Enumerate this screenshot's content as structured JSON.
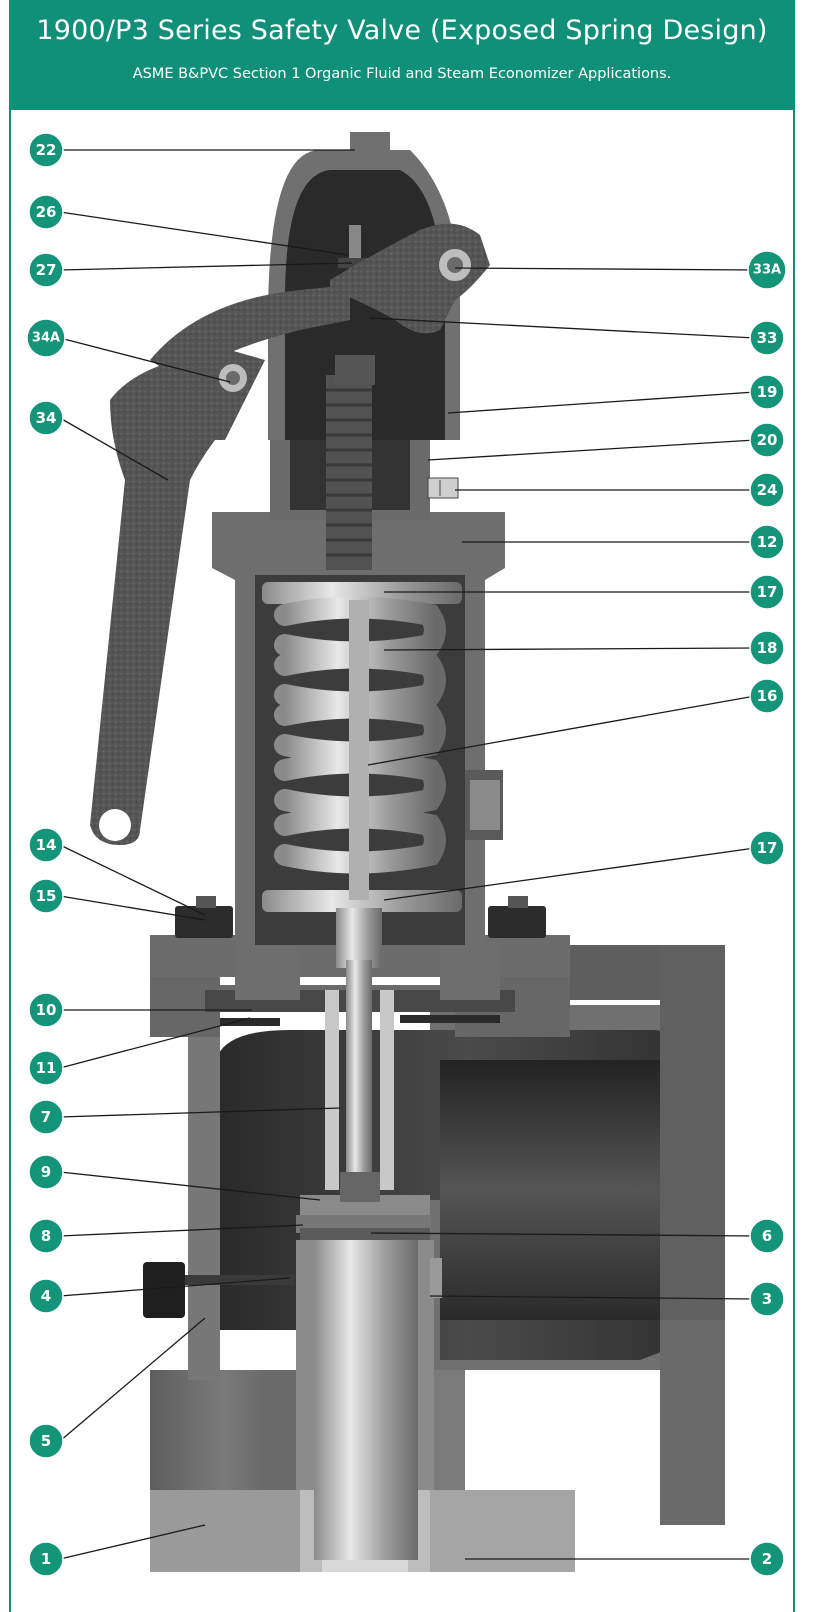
{
  "header": {
    "title": "1900/P3 Series Safety Valve (Exposed Spring Design)",
    "subtitle": "ASME B&PVC Section 1 Organic Fluid and Steam Economizer Applications."
  },
  "colors": {
    "brand_green": "#109078",
    "callout_fill": "#149478",
    "metal_dark": "#3a3a3a",
    "metal_mid": "#6f6f6f",
    "metal_light": "#a8a8a8",
    "spring": "#c9c9c9"
  },
  "callouts": [
    {
      "id": "c22",
      "label": "22"
    },
    {
      "id": "c26",
      "label": "26"
    },
    {
      "id": "c27",
      "label": "27"
    },
    {
      "id": "c34A",
      "label": "34A"
    },
    {
      "id": "c34",
      "label": "34"
    },
    {
      "id": "c14",
      "label": "14"
    },
    {
      "id": "c15",
      "label": "15"
    },
    {
      "id": "c10",
      "label": "10"
    },
    {
      "id": "c11",
      "label": "11"
    },
    {
      "id": "c7",
      "label": "7"
    },
    {
      "id": "c9",
      "label": "9"
    },
    {
      "id": "c8",
      "label": "8"
    },
    {
      "id": "c4",
      "label": "4"
    },
    {
      "id": "c5",
      "label": "5"
    },
    {
      "id": "c1",
      "label": "1"
    },
    {
      "id": "c33A",
      "label": "33A"
    },
    {
      "id": "c33",
      "label": "33"
    },
    {
      "id": "c19",
      "label": "19"
    },
    {
      "id": "c20",
      "label": "20"
    },
    {
      "id": "c24",
      "label": "24"
    },
    {
      "id": "c12",
      "label": "12"
    },
    {
      "id": "c17a",
      "label": "17"
    },
    {
      "id": "c18",
      "label": "18"
    },
    {
      "id": "c16",
      "label": "16"
    },
    {
      "id": "c17b",
      "label": "17"
    },
    {
      "id": "c6",
      "label": "6"
    },
    {
      "id": "c3",
      "label": "3"
    },
    {
      "id": "c2",
      "label": "2"
    }
  ]
}
